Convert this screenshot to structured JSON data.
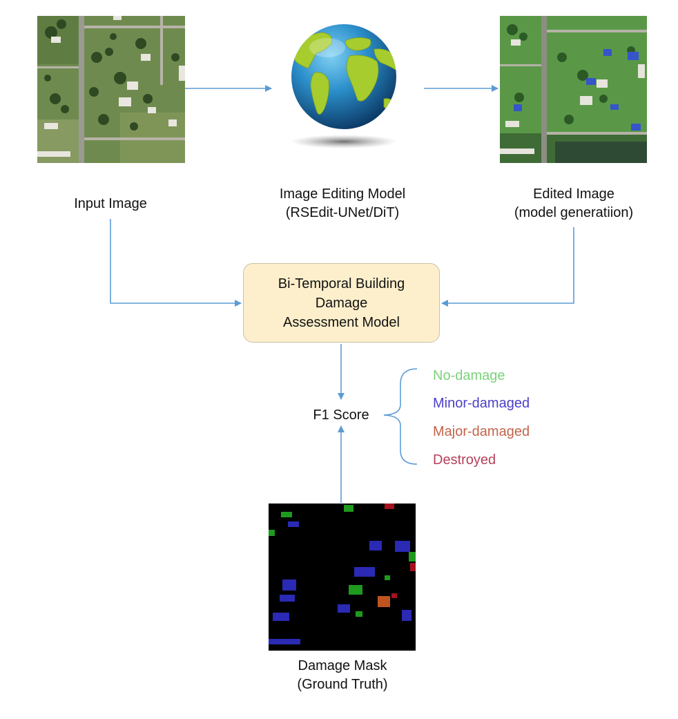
{
  "labels": {
    "input_image": "Input Image",
    "editing_model": [
      "Image Editing Model",
      "(RSEdit-UNet/DiT)"
    ],
    "edited_image": [
      "Edited Image",
      "(model generatiion)"
    ],
    "assessment_model": [
      "Bi-Temporal Building",
      "Damage",
      "Assessment Model"
    ],
    "f1_score": "F1 Score",
    "damage_mask": [
      "Damage Mask",
      "(Ground Truth)"
    ]
  },
  "damage_classes": [
    {
      "label": "No-damage",
      "color": "#7bd27b"
    },
    {
      "label": "Minor-damaged",
      "color": "#4c40c8"
    },
    {
      "label": "Major-damaged",
      "color": "#c2644a"
    },
    {
      "label": "Destroyed",
      "color": "#b5405a"
    }
  ],
  "colors": {
    "arrow": "#5b9bd5",
    "box_fill": "#fdefcb",
    "mask_background": "#000000"
  },
  "icons": [
    "globe-icon"
  ]
}
